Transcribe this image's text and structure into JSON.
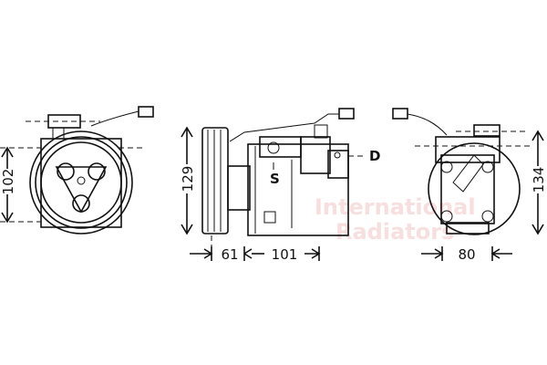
{
  "dimensions": {
    "front_height": "102",
    "side_height": "129",
    "side_pulley_depth": "61",
    "side_body_length": "101",
    "rear_height": "134",
    "rear_width": "80"
  },
  "labels": {
    "suction": "S",
    "discharge": "D"
  },
  "watermark": {
    "line1": "International",
    "line2": "Radiators"
  }
}
